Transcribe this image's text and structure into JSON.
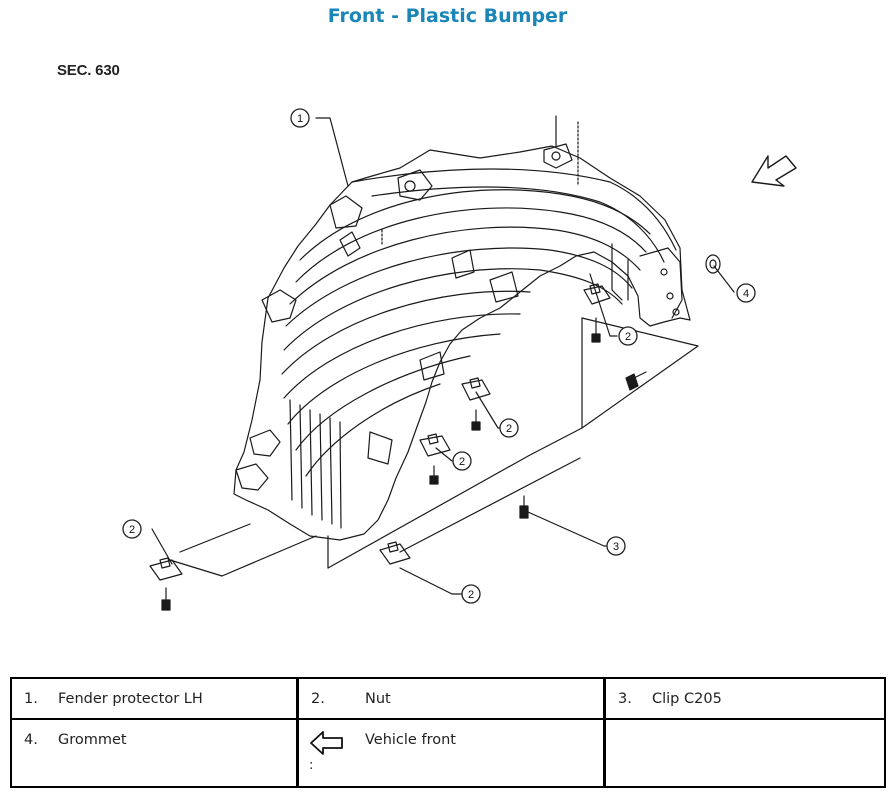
{
  "header": {
    "title": "Front - Plastic Bumper",
    "section": "SEC. 630"
  },
  "callouts": {
    "c1": "1",
    "c2": "2",
    "c3": "3",
    "c4": "4"
  },
  "legend": {
    "items": [
      {
        "num": "1.",
        "label": "Fender protector LH"
      },
      {
        "num": "2.",
        "label": "Nut"
      },
      {
        "num": "3.",
        "label": "Clip C205"
      },
      {
        "num": "4.",
        "label": "Grommet"
      },
      {
        "label": "Vehicle front",
        "suffix": ":",
        "icon": "arrow-left-outline-icon"
      }
    ]
  },
  "colors": {
    "title": "#1a86b8",
    "line": "#1a1a1a"
  }
}
